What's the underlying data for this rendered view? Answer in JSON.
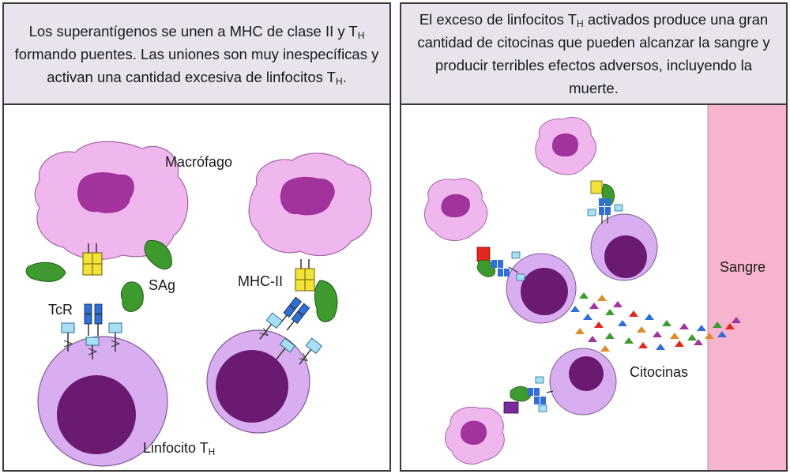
{
  "left_panel": {
    "caption_parts": [
      "Los superantígenos se unen a MHC de clase II y T",
      "H",
      " formando puentes. Las uniones son muy inespecíficas y activan una cantidad excesiva de linfocitos T",
      "H",
      "."
    ],
    "labels": {
      "macrofago": "Macrófago",
      "sag": "SAg",
      "tcr": "TcR",
      "mhc": "MHC-II",
      "linfocito": "Linfocito T",
      "linfocito_sub": "H"
    }
  },
  "right_panel": {
    "caption_parts": [
      "El exceso de linfocitos T",
      "H",
      " activados produce una gran cantidad de citocinas que pueden alcanzar la sangre y producir terribles efectos adversos, incluyendo la muerte."
    ],
    "labels": {
      "sangre": "Sangre",
      "citocinas": "Citocinas"
    }
  },
  "colors": {
    "macrophage": "#f0b6ee",
    "macrophage_nucleus": "#a3339c",
    "lymphocyte": "#d9aef0",
    "lymphocyte_nucleus": "#6b1a72",
    "superantigen": "#3e9a2e",
    "mhc": "#f2e23a",
    "tcr": "#2f6fd6",
    "coreceptor": "#a9dff5",
    "blood": "#f7b4cf"
  }
}
